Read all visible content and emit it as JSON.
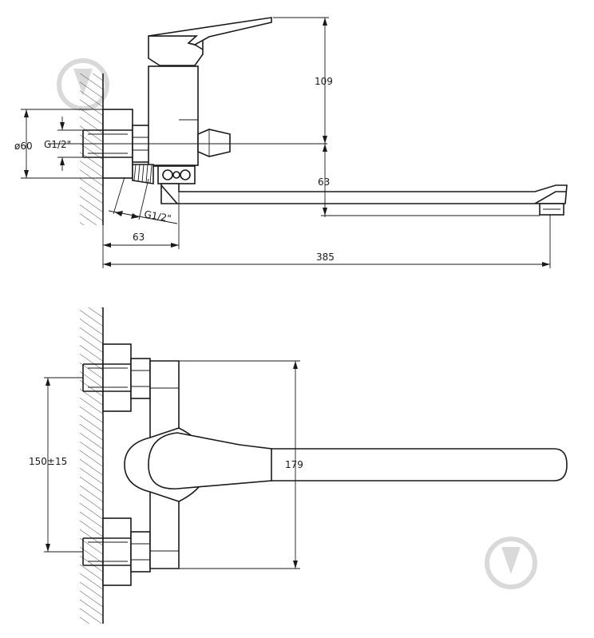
{
  "top_view": {
    "height_label": "109",
    "diameter_label": "ø60",
    "thread_label_left": "G1/2\"",
    "spout_offset_label": "63",
    "thread_label_bottom": "G1/2\"",
    "depth_label": "63",
    "reach_label": "385"
  },
  "front_view": {
    "spacing_label": "150±15",
    "span_label": "179"
  },
  "colors": {
    "line": "#1a1a1a",
    "watermark": "#d9d9d9"
  },
  "icons": {
    "watermark": "drop-logo-icon"
  }
}
